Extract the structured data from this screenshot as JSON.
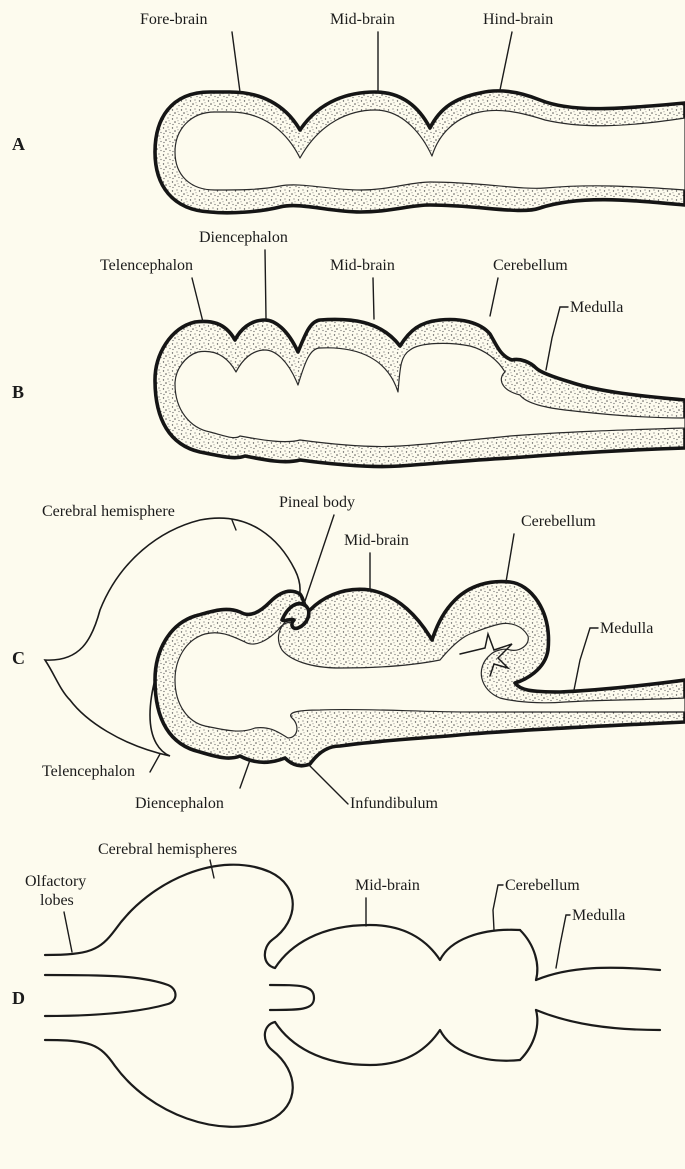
{
  "panels": [
    {
      "letter": "A",
      "labels": [
        "Fore-brain",
        "Mid-brain",
        "Hind-brain"
      ]
    },
    {
      "letter": "B",
      "labels": [
        "Telencephalon",
        "Diencephalon",
        "Mid-brain",
        "Cerebellum",
        "Medulla"
      ]
    },
    {
      "letter": "C",
      "labels": [
        "Cerebral hemisphere",
        "Pineal body",
        "Mid-brain",
        "Cerebellum",
        "Medulla",
        "Telencephalon",
        "Diencephalon",
        "Infundibulum"
      ]
    },
    {
      "letter": "D",
      "labels": [
        "Cerebral hemispheres",
        "Olfactory",
        "lobes",
        "Mid-brain",
        "Cerebellum",
        "Medulla"
      ]
    }
  ],
  "colors": {
    "paper": "#fdfbee",
    "ink": "#1b1b1b"
  }
}
